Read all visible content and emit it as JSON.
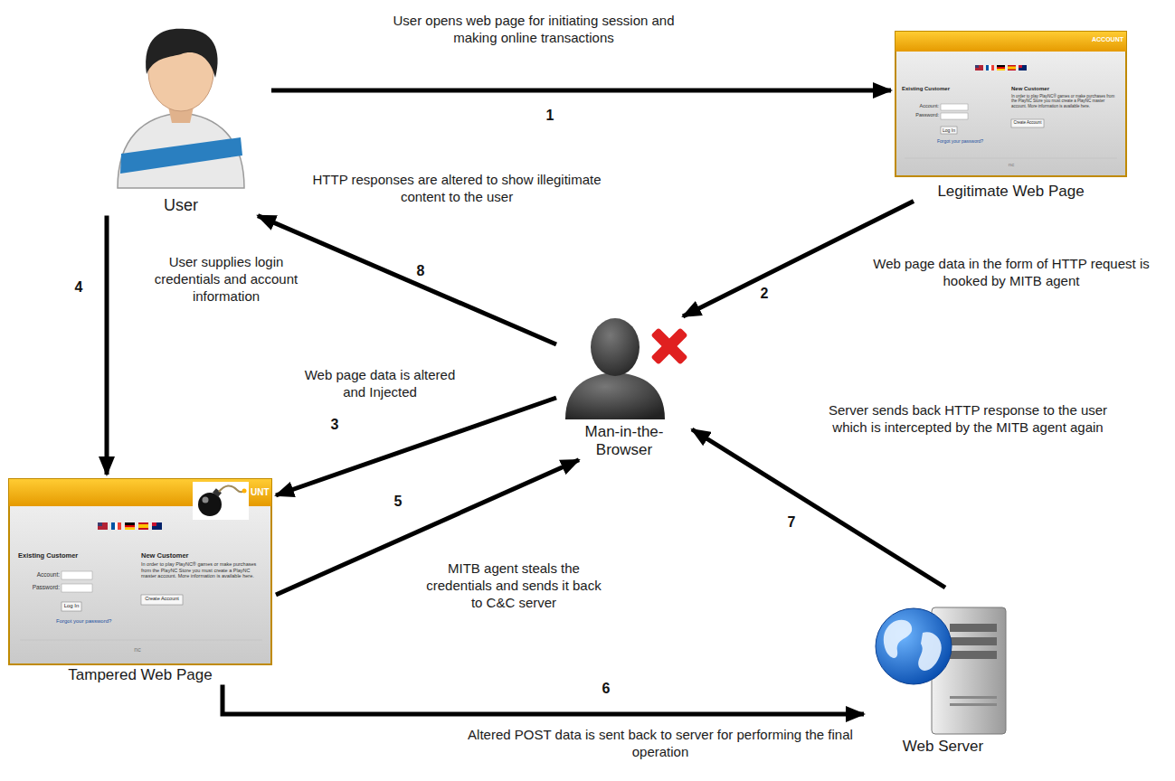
{
  "diagram": {
    "nodes": [
      {
        "text": [
          "User"
        ]
      },
      {
        "text": [
          "Legitimate Web Page"
        ]
      },
      {
        "text": [
          "Man-in-the-Browser"
        ]
      },
      {
        "text": [
          "Tampered Web Page"
        ]
      },
      {
        "text": [
          "Web Server"
        ]
      }
    ],
    "edges": [
      {
        "from": 0,
        "to": 1,
        "arrow": "to",
        "label": "User opens web page for initiating session and making online transactions"
      },
      {
        "from": 1,
        "to": 2,
        "arrow": "to",
        "label": "Web page data in the form of HTTP request is hooked by MITB agent"
      },
      {
        "from": 2,
        "to": 3,
        "arrow": "to",
        "label": "Web page data is altered and Injected"
      },
      {
        "from": 0,
        "to": 3,
        "arrow": "to",
        "label": "User supplies login credentials and account information"
      },
      {
        "from": 3,
        "to": 2,
        "arrow": "to",
        "label": "MITB agent steals the credentials and sends it back to C&C server"
      },
      {
        "from": 3,
        "to": 4,
        "arrow": "to",
        "label": "Altered POST data is sent back to server for performing the final operation"
      },
      {
        "from": 4,
        "to": 2,
        "arrow": "to",
        "label": "Server sends back HTTP response to the user which is intercepted by the MITB agent again"
      },
      {
        "from": 2,
        "to": 0,
        "arrow": "to",
        "label": "HTTP responses are altered to show illegitimate content to the user"
      }
    ],
    "labels": [
      "1",
      "2",
      "3",
      "4",
      "5",
      "6",
      "7",
      "8",
      "ACCOUNT",
      "Existing Customer",
      "Account:",
      "Password:",
      "Log In",
      "Forgot your password?",
      "New Customer",
      "In order to play PlayNC® games or make purchases from the PlayNC Store you must create a PlayNC master account. More information is available here.",
      "Create Account",
      "nc",
      "UNT",
      "Existing Customer",
      "Account:",
      "Password:",
      "Log In",
      "Forgot your password?",
      "New Customer",
      "In order to play PlayNC® games or make purchases from the PlayNC Store you must create a PlayNC master account. More information is available here.",
      "Create Account",
      "nc"
    ]
  }
}
